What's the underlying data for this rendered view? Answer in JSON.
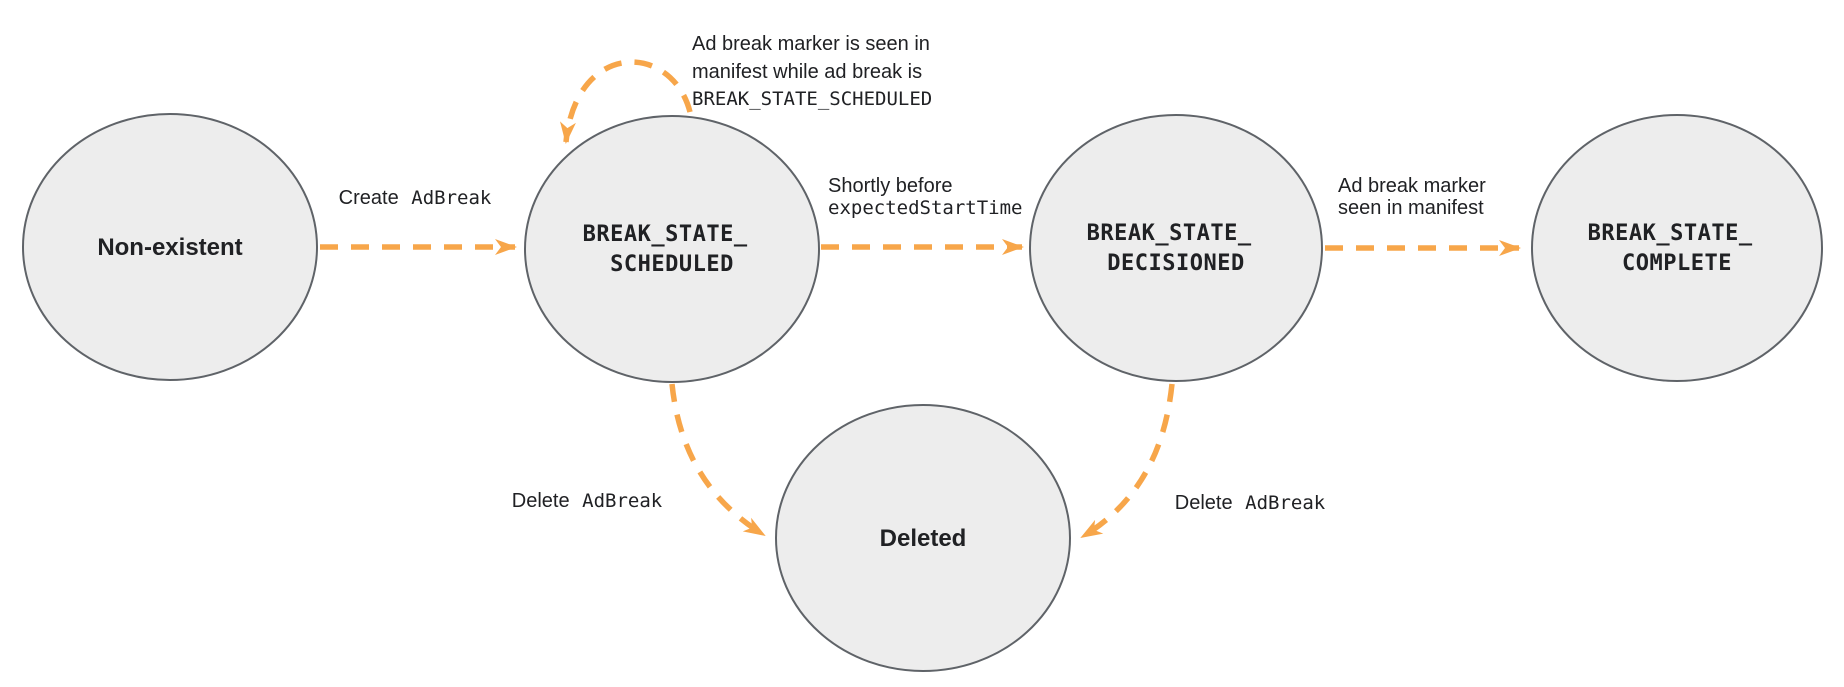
{
  "colors": {
    "background": "#ffffff",
    "accent": "#f7a64a",
    "node_fill": "#ededed",
    "node_border": "#5f6368",
    "text": "#202124"
  },
  "states": {
    "non_existent": {
      "label": "Non-existent"
    },
    "scheduled": {
      "line1": "BREAK_STATE_",
      "line2": "SCHEDULED"
    },
    "decisioned": {
      "line1": "BREAK_STATE_",
      "line2": "DECISIONED"
    },
    "complete": {
      "line1": "BREAK_STATE_",
      "line2": "COMPLETE"
    },
    "deleted": {
      "label": "Deleted"
    }
  },
  "edges": {
    "create": {
      "plain": "Create",
      "code": "AdBreak"
    },
    "self_loop": {
      "line1": "Ad break marker is seen in",
      "line2": "manifest while ad break is",
      "line3": "BREAK_STATE_SCHEDULED"
    },
    "decision": {
      "line1": "Shortly before",
      "line2": "expectedStartTime"
    },
    "complete": {
      "line1": "Ad break marker",
      "line2": "seen in manifest"
    },
    "delete_from_scheduled": {
      "plain": "Delete",
      "code": "AdBreak"
    },
    "delete_from_decisioned": {
      "plain": "Delete",
      "code": "AdBreak"
    }
  }
}
